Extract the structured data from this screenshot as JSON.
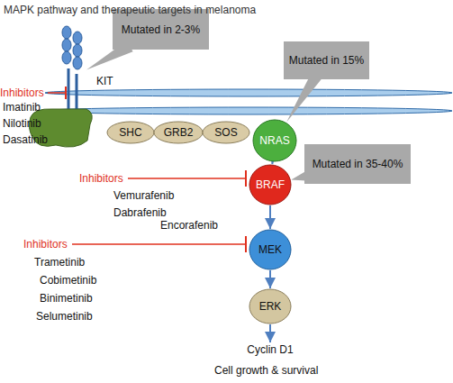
{
  "diagram": {
    "title": "MAPK pathway and therapeutic targets in melanoma",
    "nodes": [
      {
        "text": [
          "Mutated in 2-3%"
        ]
      },
      {
        "text": [
          "KIT"
        ]
      },
      {
        "text": [
          "Mutated in 15%"
        ]
      },
      {
        "text": [
          "SHC"
        ]
      },
      {
        "text": [
          "GRB2"
        ]
      },
      {
        "text": [
          "SOS"
        ]
      },
      {
        "text": [
          "NRAS"
        ]
      },
      {
        "text": [
          "Mutated in 35-40%"
        ]
      },
      {
        "text": [
          "BRAF"
        ]
      },
      {
        "text": [
          "MEK"
        ]
      },
      {
        "text": [
          "ERK"
        ]
      },
      {
        "text": [
          "Cyclin D1"
        ]
      }
    ],
    "edges": [
      {
        "from": 0,
        "to": 1,
        "arrow": "none"
      },
      {
        "from": 2,
        "to": 6,
        "arrow": "none"
      },
      {
        "from": 6,
        "to": 8,
        "arrow": "to"
      },
      {
        "from": 7,
        "to": 8,
        "arrow": "none"
      },
      {
        "from": 8,
        "to": 9,
        "arrow": "to"
      },
      {
        "from": 9,
        "to": 10,
        "arrow": "to"
      },
      {
        "from": 10,
        "to": 11,
        "arrow": "to"
      }
    ],
    "labels": [
      "Inhibitors",
      "Imatinib",
      "Nilotinib",
      "Dasatinib",
      "Inhibitors",
      "Vemurafenib",
      "Dabrafenib",
      "Encorafenib",
      "Inhibitors",
      "Trametinib",
      "Cobimetinib",
      "Binimetinib",
      "Selumetinib",
      "Cell growth & survival"
    ]
  }
}
